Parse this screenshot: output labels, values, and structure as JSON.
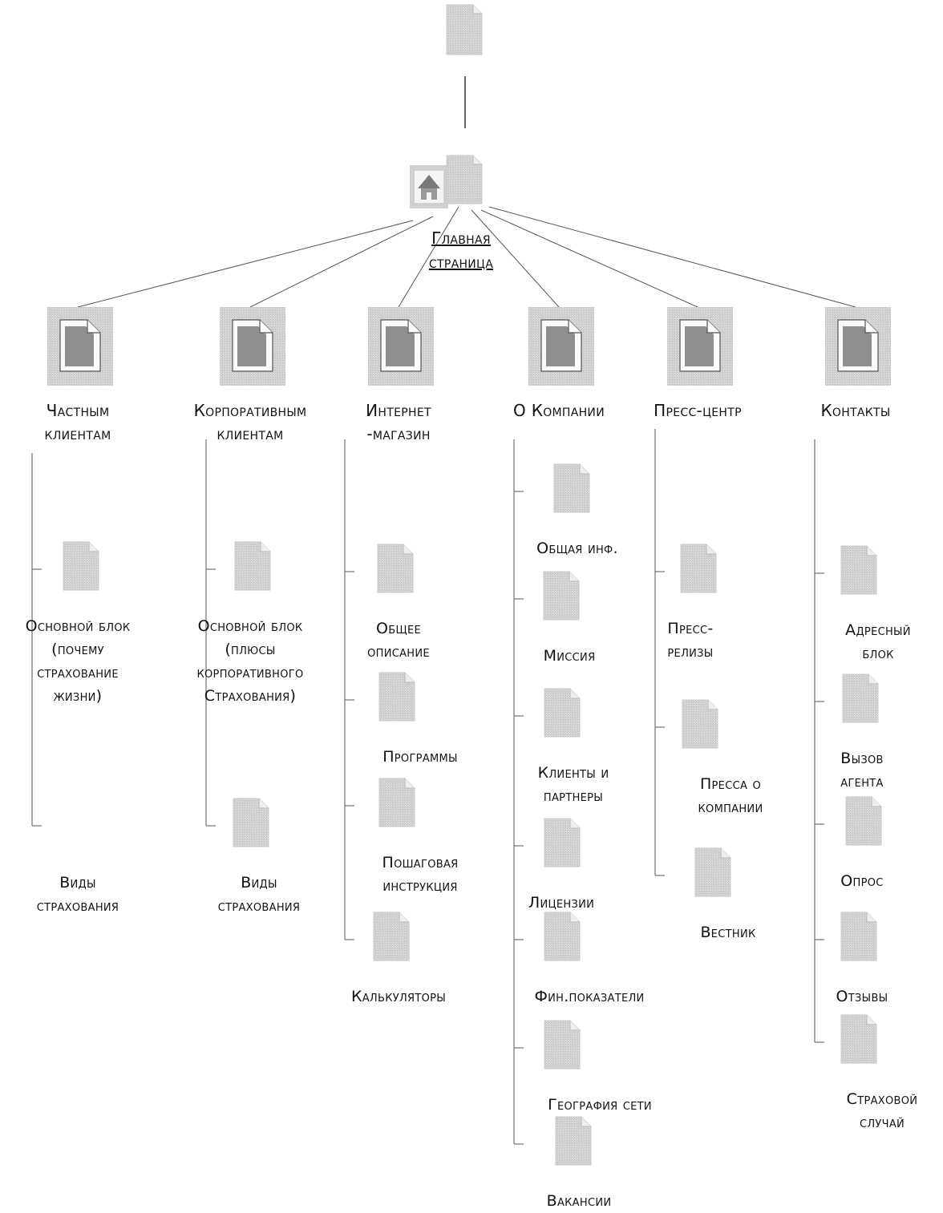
{
  "root": {
    "label": "Главная\nстраница"
  },
  "sections": [
    {
      "label": "Частным\nклиентам",
      "children": [
        "Основной блок\n(почему\nстрахование\nжизни)",
        "Виды\nстрахования"
      ]
    },
    {
      "label": "Корпоративным\nклиентам",
      "children": [
        "Основной блок\n(плюсы\nкорпоративного\nСтрахования)",
        "Виды\nстрахования"
      ]
    },
    {
      "label": "Интернет\n-магазин",
      "children": [
        "Общее\nописание",
        "Программы",
        "Пошаговая\nинструкция",
        "Калькуляторы"
      ]
    },
    {
      "label": "О Компании",
      "children": [
        "Общая инф.",
        "Миссия",
        "Клиенты и\nпартнеры",
        "Лицензии",
        "Фин.показатели",
        "География сети",
        "Вакансии"
      ]
    },
    {
      "label": "Пресс-центр",
      "children": [
        "Пресс-\nрелизы",
        "Пресса о\nкомпании",
        "Вестник"
      ]
    },
    {
      "label": "Контакты",
      "children": [
        "Адресный\nблок",
        "Вызов\nагента",
        "Опрос",
        "Отзывы",
        "Страховой\nслучай"
      ]
    }
  ]
}
